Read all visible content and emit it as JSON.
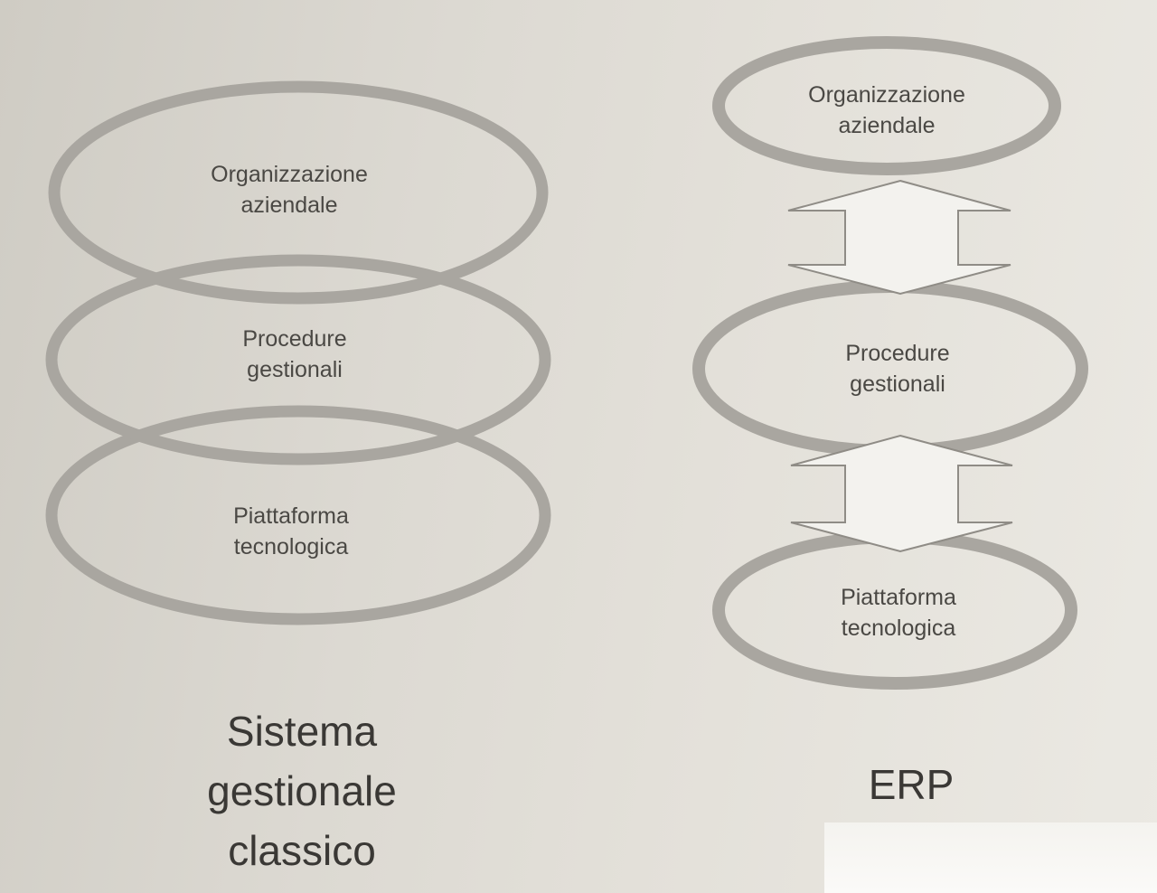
{
  "classic": {
    "layers": [
      {
        "line1": "Organizzazione",
        "line2": "aziendale"
      },
      {
        "line1": "Procedure",
        "line2": "gestionali"
      },
      {
        "line1": "Piattaforma",
        "line2": "tecnologica"
      }
    ],
    "caption": {
      "line1": "Sistema",
      "line2": "gestionale",
      "line3": "classico"
    }
  },
  "erp": {
    "layers": [
      {
        "line1": "Organizzazione",
        "line2": "aziendale"
      },
      {
        "line1": "Procedure",
        "line2": "gestionali"
      },
      {
        "line1": "Piattaforma",
        "line2": "tecnologica"
      }
    ],
    "caption": "ERP"
  },
  "colors": {
    "ring": "#a9a6a0",
    "arrow_fill": "#f3f2ee",
    "arrow_stroke": "#8f8c86",
    "text": "#4a4844"
  }
}
